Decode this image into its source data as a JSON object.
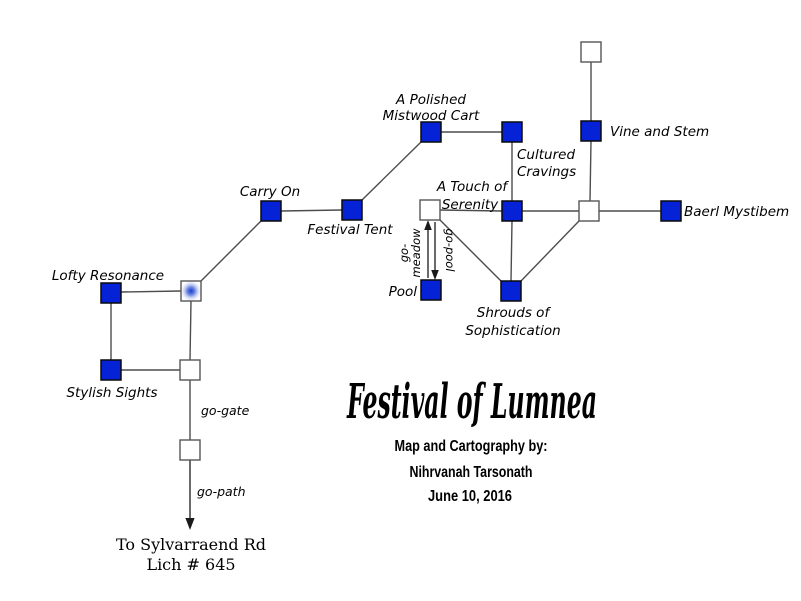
{
  "map": {
    "title": "Festival of Lumnea",
    "credits": [
      "Map and Cartography by:",
      "Nihrvanah Tarsonath",
      "June 10, 2016"
    ],
    "nodes": {
      "vine_and_stem": [
        "Vine and Stem"
      ],
      "a_polished_mistwood_cart": [
        "A Polished",
        "Mistwood Cart"
      ],
      "cultured_cravings": [
        "Cultured",
        "Cravings"
      ],
      "carry_on": [
        "Carry On"
      ],
      "festival_tent": [
        "Festival Tent"
      ],
      "a_touch_of_serenity": [
        "A Touch of",
        "Serenity"
      ],
      "baerl_mystibem": [
        "Baerl Mystibem"
      ],
      "pool": [
        "Pool"
      ],
      "shrouds_of_sophistication": [
        "Shrouds of",
        "Sophistication"
      ],
      "lofty_resonance": [
        "Lofty Resonance"
      ],
      "stylish_sights": [
        "Stylish Sights"
      ]
    },
    "path_labels": {
      "go_meadow": [
        "go-",
        "meadow"
      ],
      "go_pool": "go-pool",
      "go_gate": "go-gate",
      "go_path": "go-path"
    },
    "exit_note": [
      "To Sylvarraend Rd",
      "Lich # 645"
    ],
    "colors": {
      "node_blue": "#0522d6",
      "node_white_border": "#555555",
      "edge_line": "#4d4d4d",
      "ink": "#000000",
      "here_marker_blue": "#2b4fd4"
    }
  }
}
